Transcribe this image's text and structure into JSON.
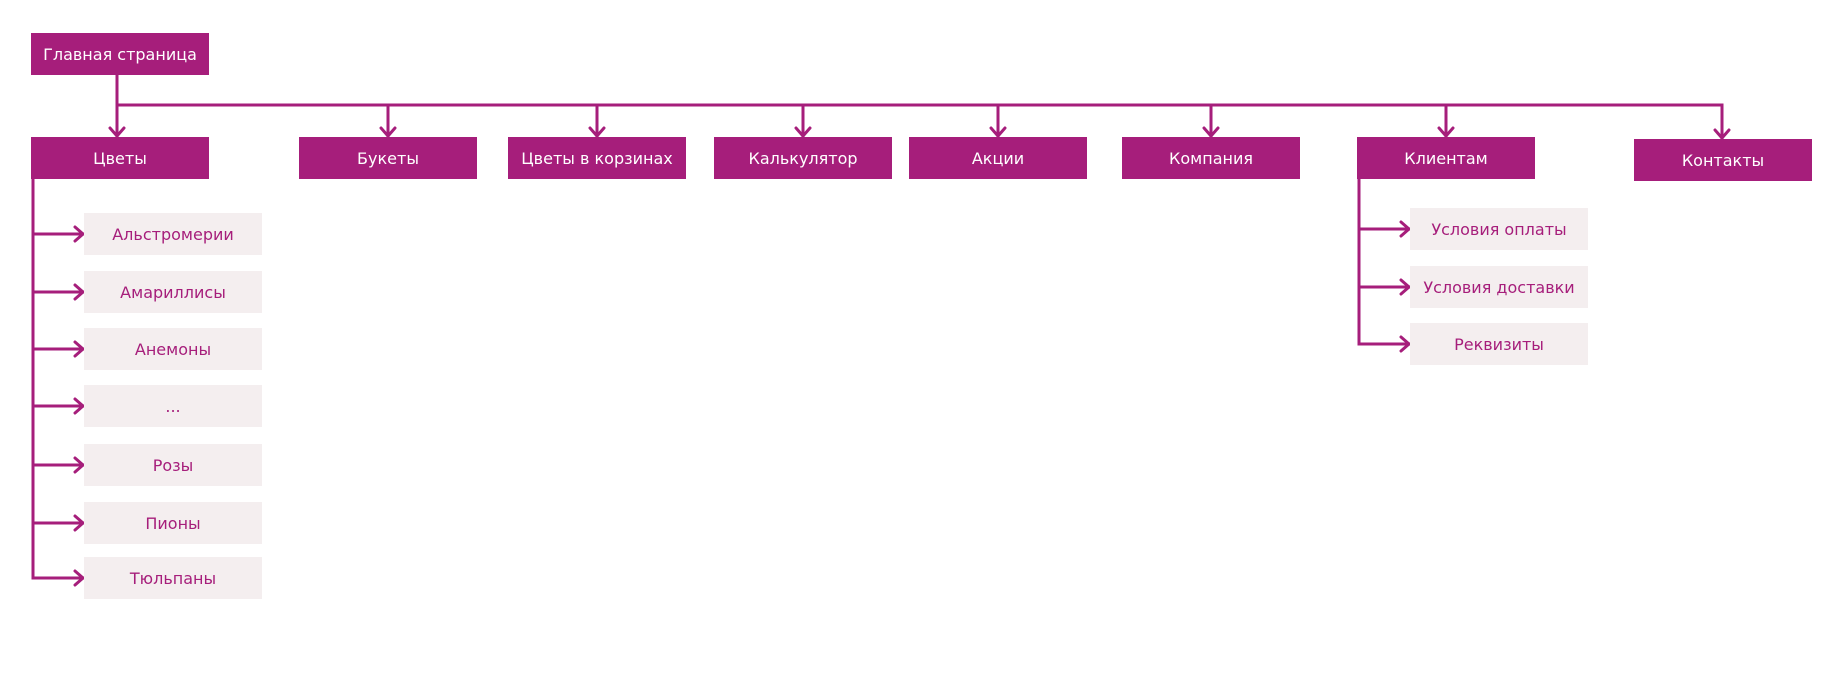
{
  "colors": {
    "accent": "#a61e7b",
    "sub_background": "#f4eeef",
    "primary_text": "#ffffff"
  },
  "sitemap": {
    "root": {
      "label": "Главная страница"
    },
    "sections": [
      {
        "label": "Цветы",
        "children": [
          "Альстромерии",
          "Амариллисы",
          "Анемоны",
          "...",
          "Розы",
          "Пионы",
          "Тюльпаны"
        ]
      },
      {
        "label": "Букеты",
        "children": []
      },
      {
        "label": "Цветы в корзинах",
        "children": []
      },
      {
        "label": "Калькулятор",
        "children": []
      },
      {
        "label": "Акции",
        "children": []
      },
      {
        "label": "Компания",
        "children": []
      },
      {
        "label": "Клиентам",
        "children": [
          "Условия оплаты",
          "Условия доставки",
          "Реквизиты"
        ]
      },
      {
        "label": "Контакты",
        "children": []
      }
    ]
  }
}
